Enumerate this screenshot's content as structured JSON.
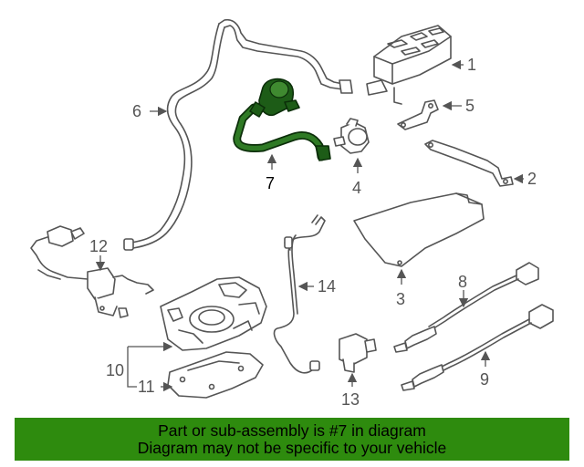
{
  "diagram": {
    "callouts": [
      "1",
      "2",
      "3",
      "4",
      "5",
      "6",
      "7",
      "8",
      "9",
      "10",
      "11",
      "12",
      "13",
      "14"
    ],
    "highlighted_part": "7",
    "highlight_color": "#1d5c17"
  },
  "banner": {
    "line1": "Part or sub-assembly is #7 in diagram",
    "line2": "Diagram may not be specific to your vehicle",
    "background": "#2e8b0e"
  }
}
